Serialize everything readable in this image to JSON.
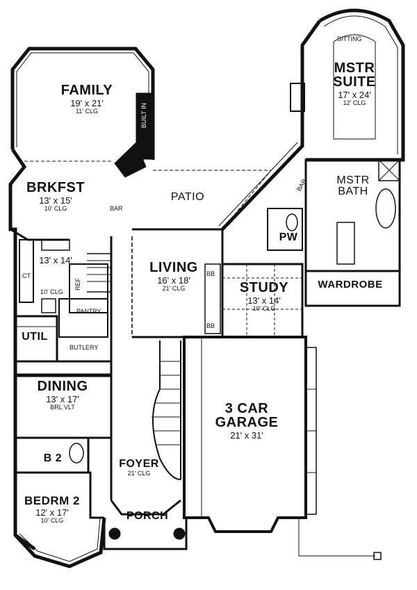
{
  "rooms": {
    "family": {
      "name": "FAMILY",
      "dims": "19' x 21'",
      "clg": "11' CLG"
    },
    "brkfst": {
      "name": "BRKFST",
      "dims": "13' x 15'",
      "clg": "10' CLG"
    },
    "kitchen": {
      "dims": "13' x 14'",
      "clg": "10' CLG"
    },
    "living": {
      "name": "LIVING",
      "dims": "16' x 18'",
      "clg": "21' CLG"
    },
    "study": {
      "name": "STUDY",
      "dims": "13' x 14'",
      "clg": "10' CLG"
    },
    "mstr_suite": {
      "name1": "MSTR",
      "name2": "SUITE",
      "dims": "17' x 24'",
      "clg": "12' CLG"
    },
    "mstr_bath": {
      "name1": "MSTR",
      "name2": "BATH"
    },
    "dining": {
      "name": "DINING",
      "dims": "13' x 17'",
      "clg": "BRL VLT"
    },
    "garage": {
      "name1": "3 CAR",
      "name2": "GARAGE",
      "dims": "21' x 31'"
    },
    "foyer": {
      "name": "FOYER",
      "clg": "21' CLG"
    },
    "bedrm2": {
      "name": "BEDRM 2",
      "dims": "12' x 17'",
      "clg": "10' CLG"
    },
    "porch": {
      "name": "PORCH"
    },
    "patio": {
      "name": "PATIO"
    },
    "util": {
      "name": "UTIL"
    },
    "b2": {
      "name": "B 2"
    },
    "pw": {
      "name": "PW"
    },
    "wardrobe": {
      "name": "WARDROBE"
    }
  },
  "labels": {
    "sitting": "SITTING",
    "built_in": "BUILT IN",
    "bar1": "BAR",
    "bar2": "BAR",
    "pantry": "PANTRY",
    "butlery": "BUTLERY",
    "ref": "REF",
    "ct": "CT",
    "bb": "BB"
  }
}
